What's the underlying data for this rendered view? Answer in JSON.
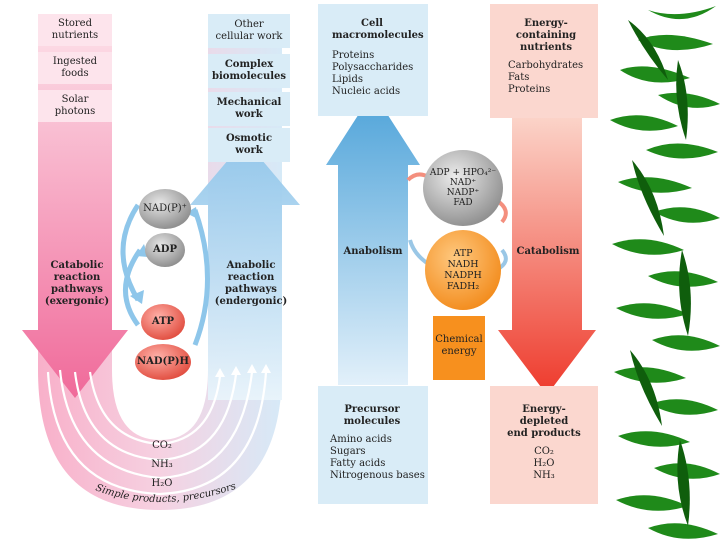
{
  "left_panel": {
    "source_boxes": [
      [
        "Stored",
        "nutrients"
      ],
      [
        "Ingested",
        "foods"
      ],
      [
        "Solar",
        "photons"
      ]
    ],
    "work_boxes": [
      {
        "lines": [
          "Other",
          "cellular work"
        ],
        "bold": false
      },
      {
        "lines": [
          "Complex",
          "biomolecules"
        ],
        "bold": true
      },
      {
        "lines": [
          "Mechanical",
          "work"
        ],
        "bold": true
      },
      {
        "lines": [
          "Osmotic",
          "work"
        ],
        "bold": true
      }
    ],
    "catabolic_label": [
      "Catabolic",
      "reaction",
      "pathways",
      "(exergonic)"
    ],
    "anabolic_label": [
      "Anabolic",
      "reaction",
      "pathways",
      "(endergonic)"
    ],
    "carriers": [
      "NAD(P)⁺",
      "ADP",
      "ATP",
      "NAD(P)H"
    ],
    "products": [
      "CO₂",
      "NH₃",
      "H₂O"
    ],
    "curved_label": "Simple products, precursors"
  },
  "right_panel": {
    "cell_macromolecules": {
      "title": [
        "Cell",
        "macromolecules"
      ],
      "items": [
        "Proteins",
        "Polysaccharides",
        "Lipids",
        "Nucleic acids"
      ]
    },
    "energy_nutrients": {
      "title": [
        "Energy-",
        "containing",
        "nutrients"
      ],
      "items": [
        "Carbohydrates",
        "Fats",
        "Proteins"
      ]
    },
    "anabolism_label": "Anabolism",
    "catabolism_label": "Catabolism",
    "grey_carrier": [
      "ADP + HPO₄²⁻",
      "NAD⁺",
      "NADP⁺",
      "FAD"
    ],
    "orange_carrier": [
      "ATP",
      "NADH",
      "NADPH",
      "FADH₂"
    ],
    "chemical_energy": [
      "Chemical",
      "energy"
    ],
    "precursor_molecules": {
      "title": [
        "Precursor",
        "molecules"
      ],
      "items": [
        "Amino acids",
        "Sugars",
        "Fatty acids",
        "Nitrogenous bases"
      ]
    },
    "energy_depleted": {
      "title": [
        "Energy-",
        "depleted",
        "end products"
      ],
      "items": [
        "CO₂",
        "H₂O",
        "NH₃"
      ]
    }
  },
  "colors": {
    "pink": "#f48fb5",
    "pink_light": "#fbd3e0",
    "blue": "#8ec6ea",
    "blue_light": "#d8ecf8",
    "blue_box": "#d9ecf7",
    "red": "#ef4a3c",
    "salmon_box": "#fbd7cf",
    "orange": "#f7901e",
    "grey": "#9a9a9a",
    "bamboo": "#1f8a1a"
  }
}
